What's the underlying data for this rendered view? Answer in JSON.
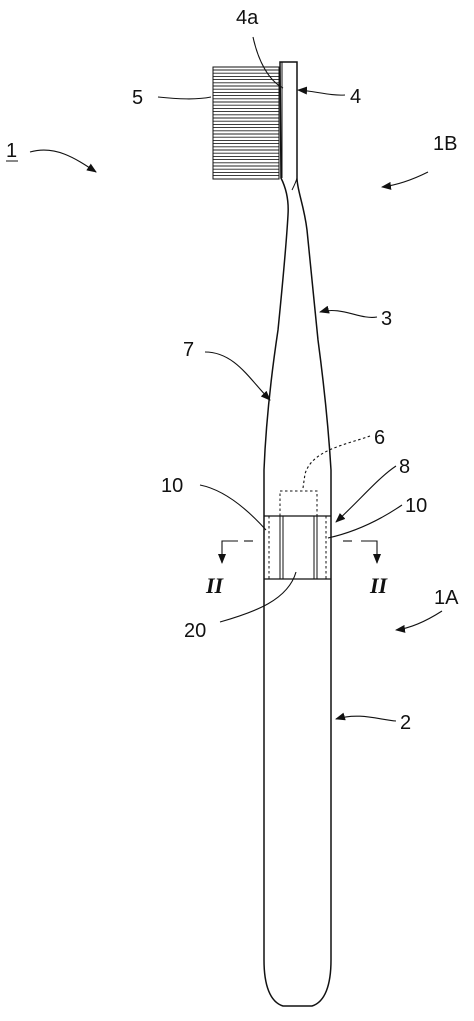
{
  "figure": {
    "labels": {
      "ref_1": "1",
      "ref_1B": "1B",
      "ref_1A": "1A",
      "ref_2": "2",
      "ref_3": "3",
      "ref_4": "4",
      "ref_4a": "4a",
      "ref_5": "5",
      "ref_6": "6",
      "ref_7": "7",
      "ref_8": "8",
      "ref_10_left": "10",
      "ref_10_right": "10",
      "ref_20": "20",
      "section_left": "II",
      "section_right": "II"
    },
    "colors": {
      "line": "#111111",
      "background": "#ffffff"
    }
  }
}
